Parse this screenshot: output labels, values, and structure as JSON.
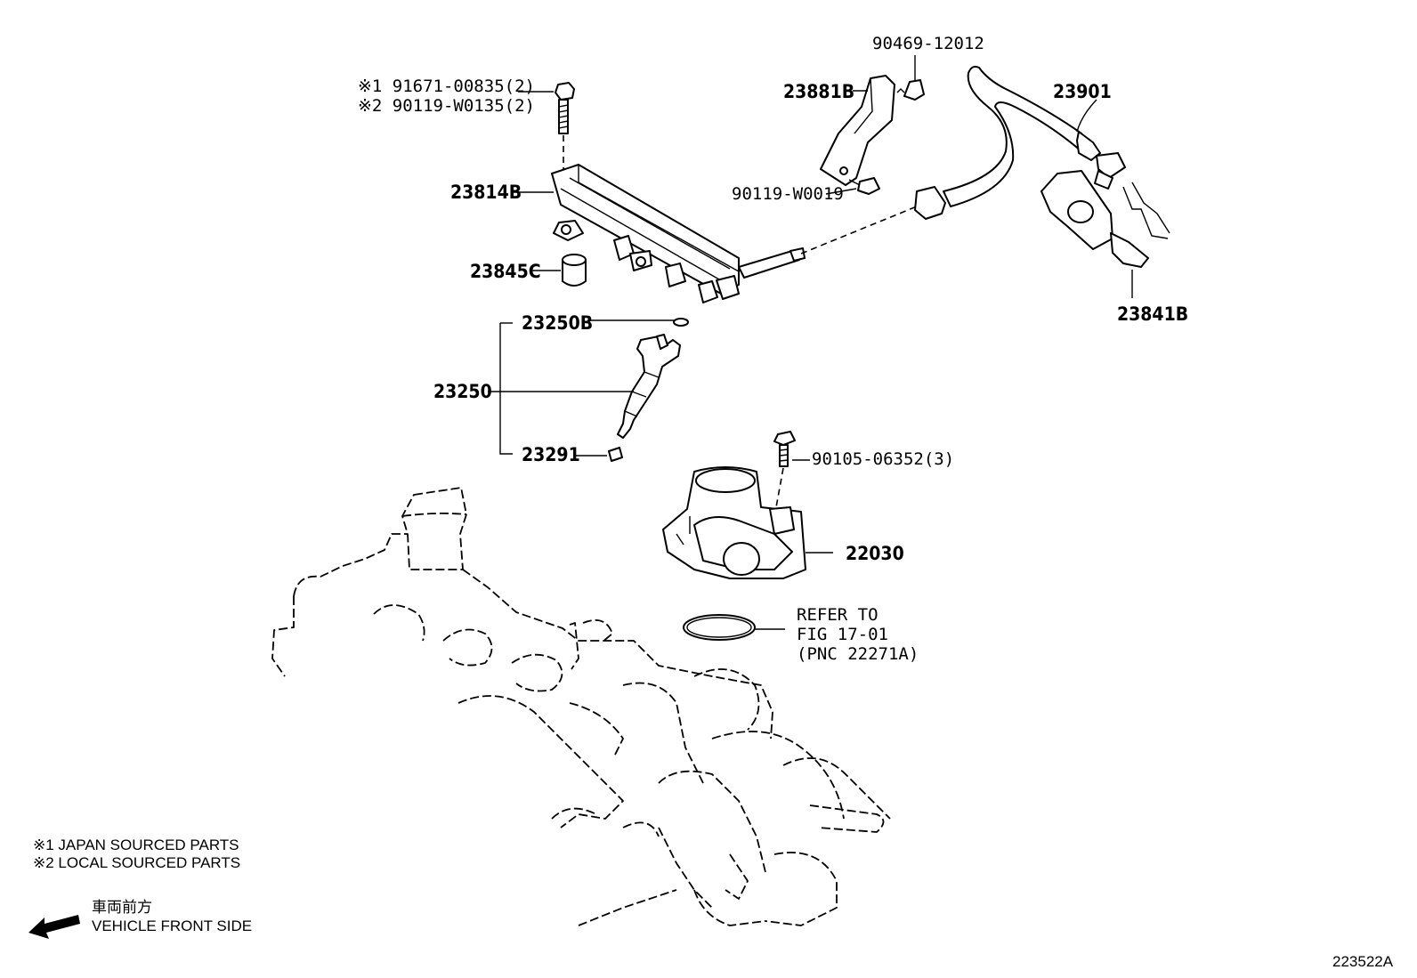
{
  "labels": {
    "bolt_j": "※1 91671-00835(2)",
    "bolt_l": "※2 90119-W0135(2)",
    "clip": "90469-12012",
    "bracket": "23881B",
    "hose": "23901",
    "rail": "23814B",
    "screw": "90119-W0019",
    "spacer": "23845C",
    "sensor": "23841B",
    "oring": "23250B",
    "injector": "23250",
    "seal": "23291",
    "tb_bolt": "90105-06352(3)",
    "throttle": "22030",
    "refer1": "REFER TO",
    "refer2": "FIG 17-01",
    "refer3": "(PNC 22271A)"
  },
  "legend": {
    "note1": "※1  JAPAN SOURCED PARTS",
    "note2": "※2  LOCAL SOURCED PARTS",
    "front_jp": "車両前方",
    "front_en": "VEHICLE FRONT SIDE"
  },
  "figure_id": "223522A",
  "icons": {
    "front_arrow": "left-arrow-icon"
  }
}
